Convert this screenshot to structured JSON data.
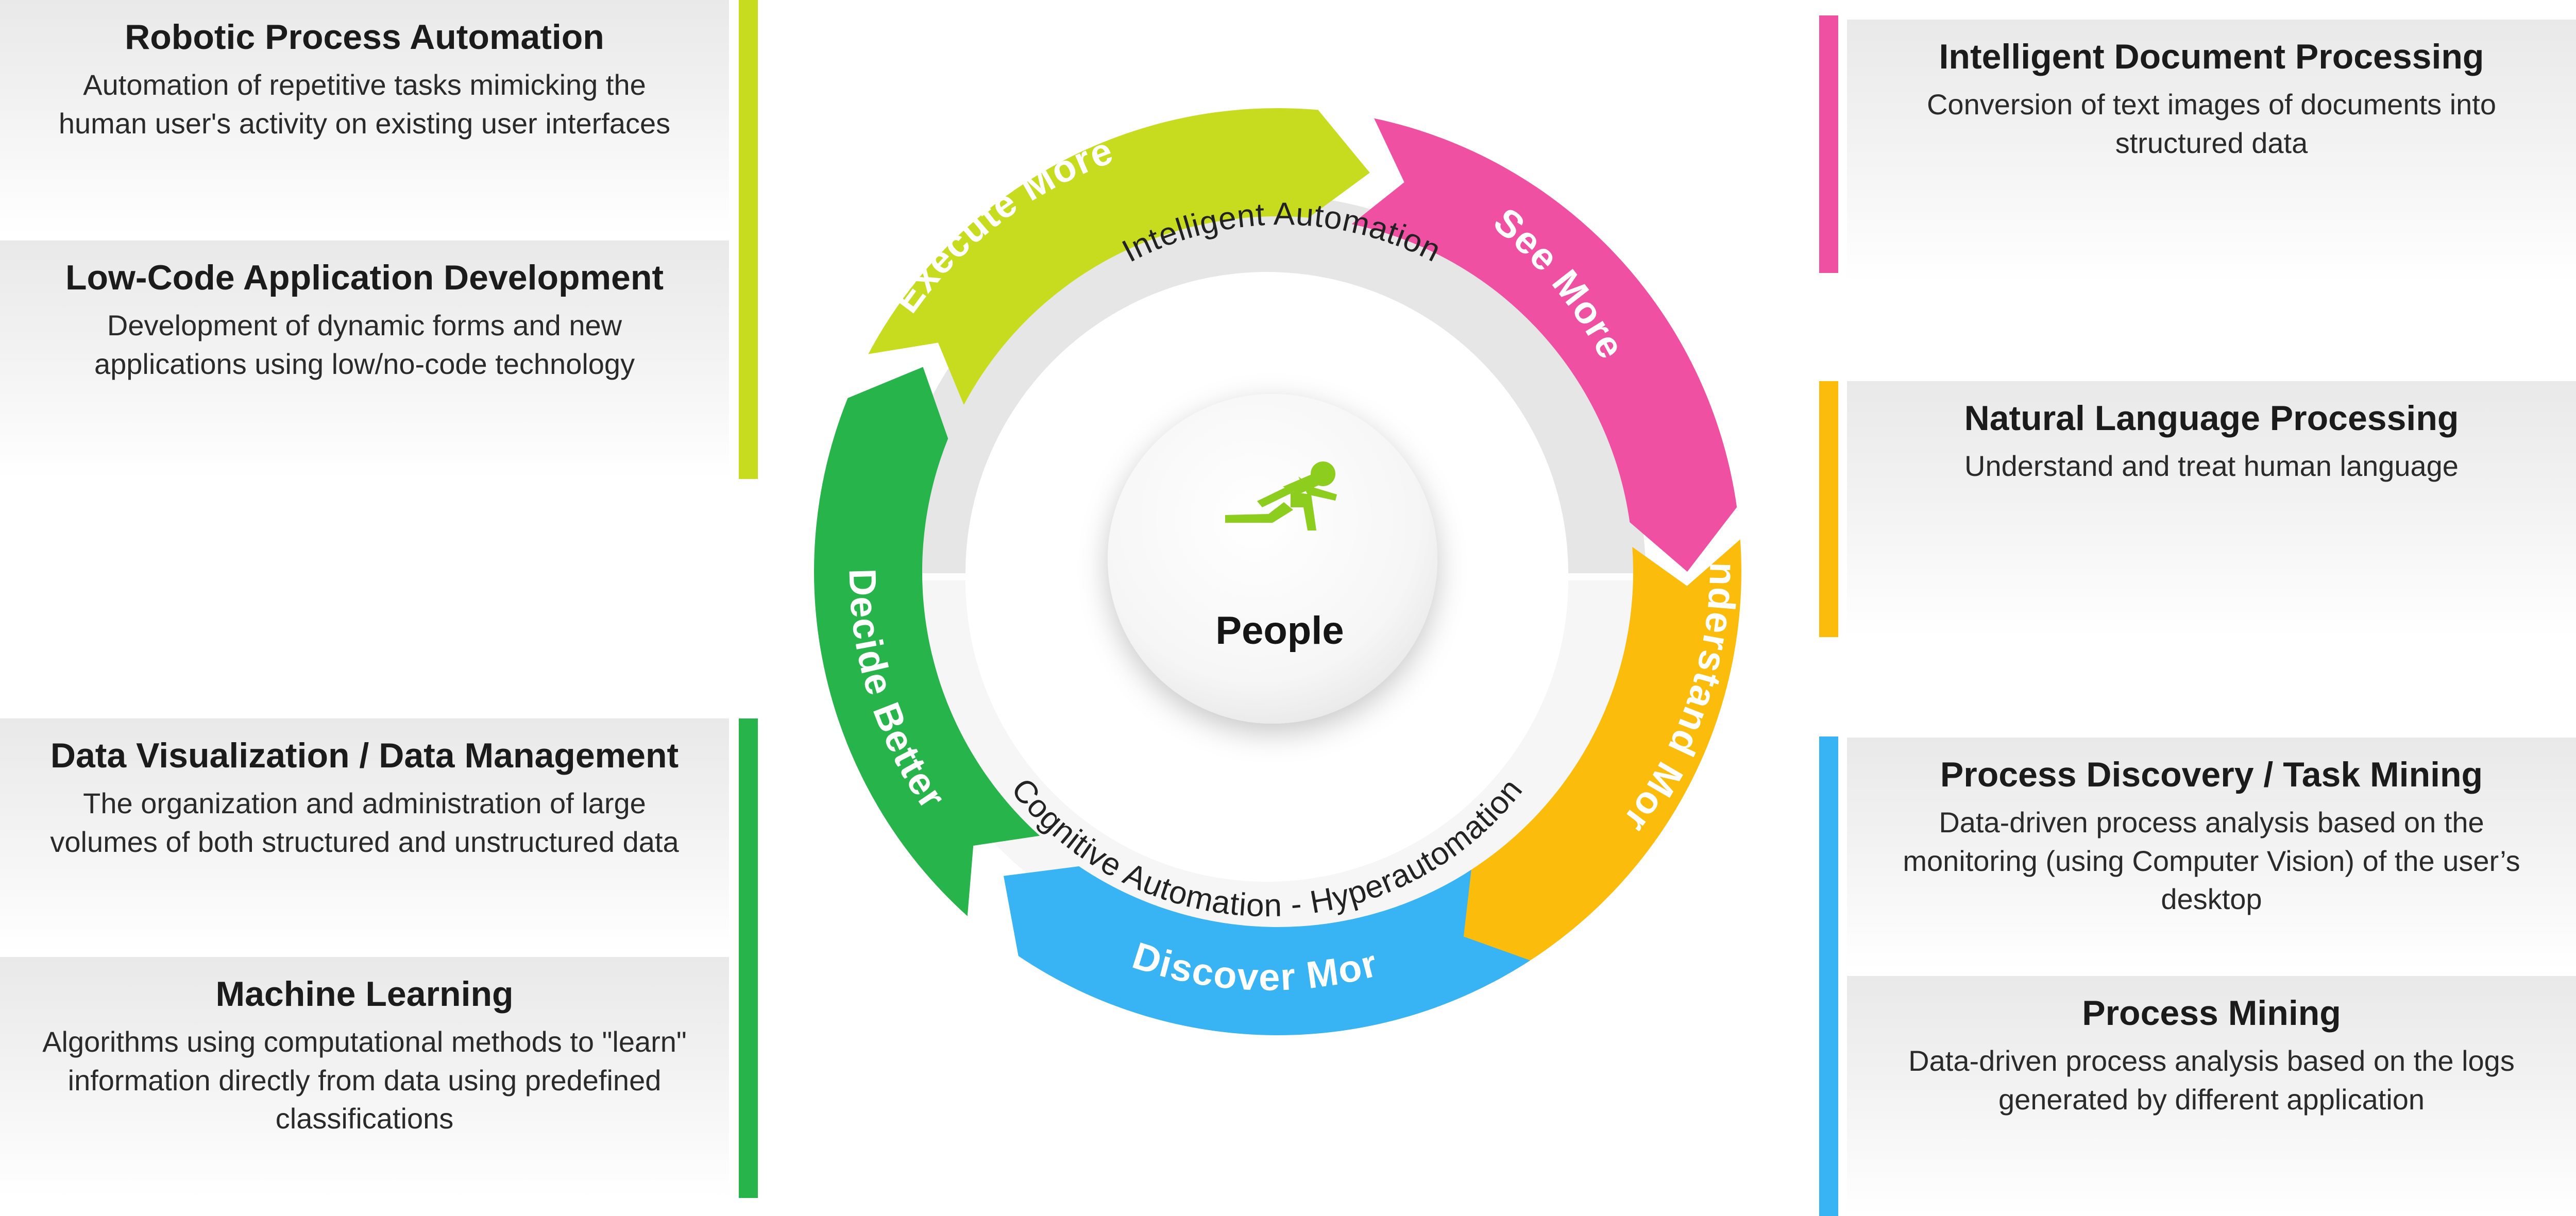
{
  "colors": {
    "lime": "#c7dc1e",
    "pink": "#f050a2",
    "orange": "#fbbc0c",
    "blue": "#38b4f4",
    "green": "#27b44a",
    "runner": "#8ccd1e"
  },
  "left_cards": [
    {
      "title": "Robotic Process Automation",
      "desc": "Automation of repetitive tasks mimicking the human user's activity on existing user interfaces"
    },
    {
      "title": "Low-Code Application Development",
      "desc": "Development of dynamic forms and new applications using low/no-code technology"
    },
    {
      "title": "Data Visualization / Data Management",
      "desc": "The organization and administration of large volumes of both structured and unstructured data"
    },
    {
      "title": "Machine Learning",
      "desc": "Algorithms using computational methods to \"learn\" information directly from data using predefined classifications"
    }
  ],
  "right_cards": [
    {
      "title": "Intelligent Document Processing",
      "desc": "Conversion of text images of documents into structured data"
    },
    {
      "title": "Natural Language Processing",
      "desc": "Understand and treat human language"
    },
    {
      "title": "Process Discovery / Task Mining",
      "desc": "Data-driven process analysis based on the monitoring (using Computer Vision) of the user’s desktop"
    },
    {
      "title": "Process Mining",
      "desc": "Data-driven process analysis based on the logs generated by different application"
    }
  ],
  "wheel": {
    "segments": [
      {
        "label": "Execute More",
        "color_key": "lime"
      },
      {
        "label": "See More",
        "color_key": "pink"
      },
      {
        "label": "Understand More",
        "color_key": "orange"
      },
      {
        "label": "Discover More",
        "color_key": "blue"
      },
      {
        "label": "Decide Better",
        "color_key": "green"
      }
    ],
    "inner_top": "Intelligent Automation",
    "inner_bottom": "Cognitive Automation - Hyperautomation",
    "center_label": "People",
    "center_icon": "runner-icon"
  }
}
